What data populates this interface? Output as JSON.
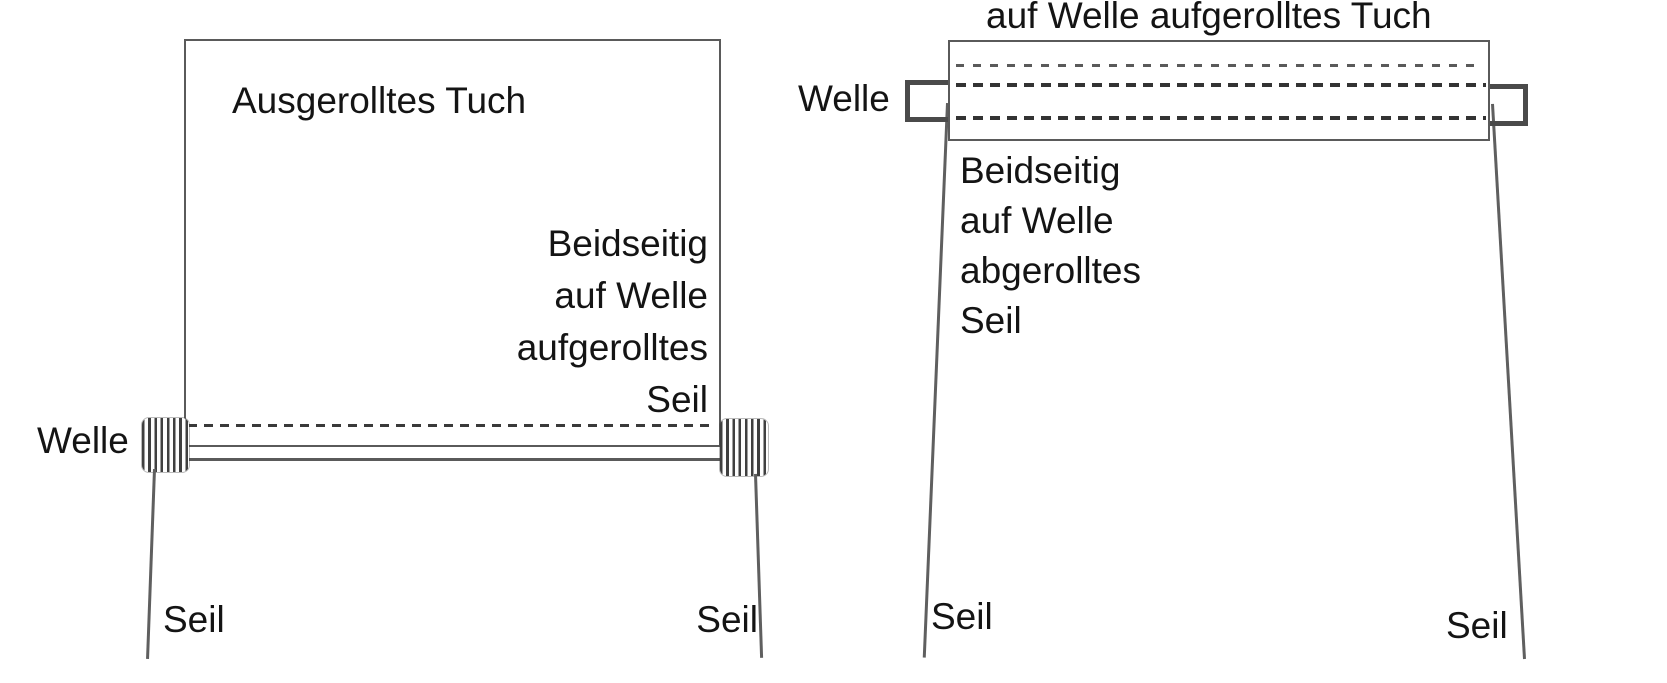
{
  "colors": {
    "background": "#ffffff",
    "line": "#5a5a5a",
    "dashed_line": "#3a3a3a",
    "text": "#141414"
  },
  "left_diagram": {
    "cloth_label": "Ausgerolltes Tuch",
    "welle_label": "Welle",
    "note_lines": [
      "Beidseitig",
      "auf Welle",
      "aufgerolltes",
      "Seil"
    ],
    "seil_left": "Seil",
    "seil_right": "Seil"
  },
  "right_diagram": {
    "title": "auf Welle aufgerolltes Tuch",
    "welle_label": "Welle",
    "note_lines": [
      "Beidseitig",
      "auf Welle",
      "abgerolltes",
      "Seil"
    ],
    "seil_left": "Seil",
    "seil_right": "Seil"
  }
}
